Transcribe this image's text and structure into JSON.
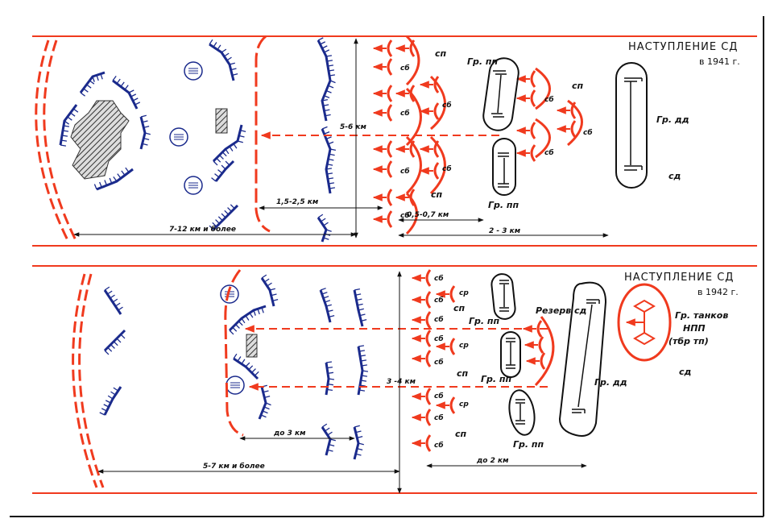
{
  "colors": {
    "friendly": "#f03a1e",
    "enemy": "#1a2a8c",
    "ink": "#111111"
  },
  "panel_1941": {
    "title": "НАСТУПЛЕНИЕ СД",
    "year": "в 1941 г.",
    "regiment": "сп",
    "battalion": "сб",
    "group_pp": "Гр. пп",
    "group_dd": "Гр. дд",
    "division": "сд",
    "width_front": "5-6 км",
    "dist_start": "1,5-2,5 км",
    "dist_bn": "0,5-0,7 км",
    "dist_rear": "2 - 3 км",
    "depth_enemy": "7-12 км и более"
  },
  "panel_1942": {
    "title": "НАСТУПЛЕНИЕ СД",
    "year": "в 1942 г.",
    "regiment": "сп",
    "battalion": "сб",
    "company": "ср",
    "group_pp": "Гр. пп",
    "reserve": "Резерв сд",
    "group_dd": "Гр. дд",
    "tank_group_line1": "Гр. танков",
    "tank_group_line2": "НПП",
    "tank_group_line3": "(тбр тп)",
    "division": "сд",
    "width_front": "3 -4 км",
    "dist_start": "до 3 км",
    "dist_rear": "до 2 км",
    "depth_enemy": "5-7 км и более"
  }
}
